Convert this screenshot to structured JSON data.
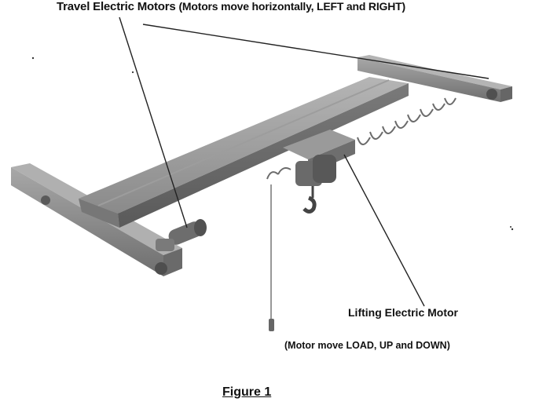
{
  "labels": {
    "travel_title": "Travel Electric Motors",
    "travel_note": "(Motors move horizontally, LEFT and RIGHT)",
    "lifting_title": "Lifting Electric Motor",
    "lifting_note": "(Motor move LOAD, UP and DOWN)",
    "figure_caption": "Figure 1"
  },
  "colors": {
    "steel": "#8e8e8e",
    "steel_dark": "#5c5c5c",
    "steel_light": "#b8b8b8",
    "leader_line": "#222222"
  }
}
